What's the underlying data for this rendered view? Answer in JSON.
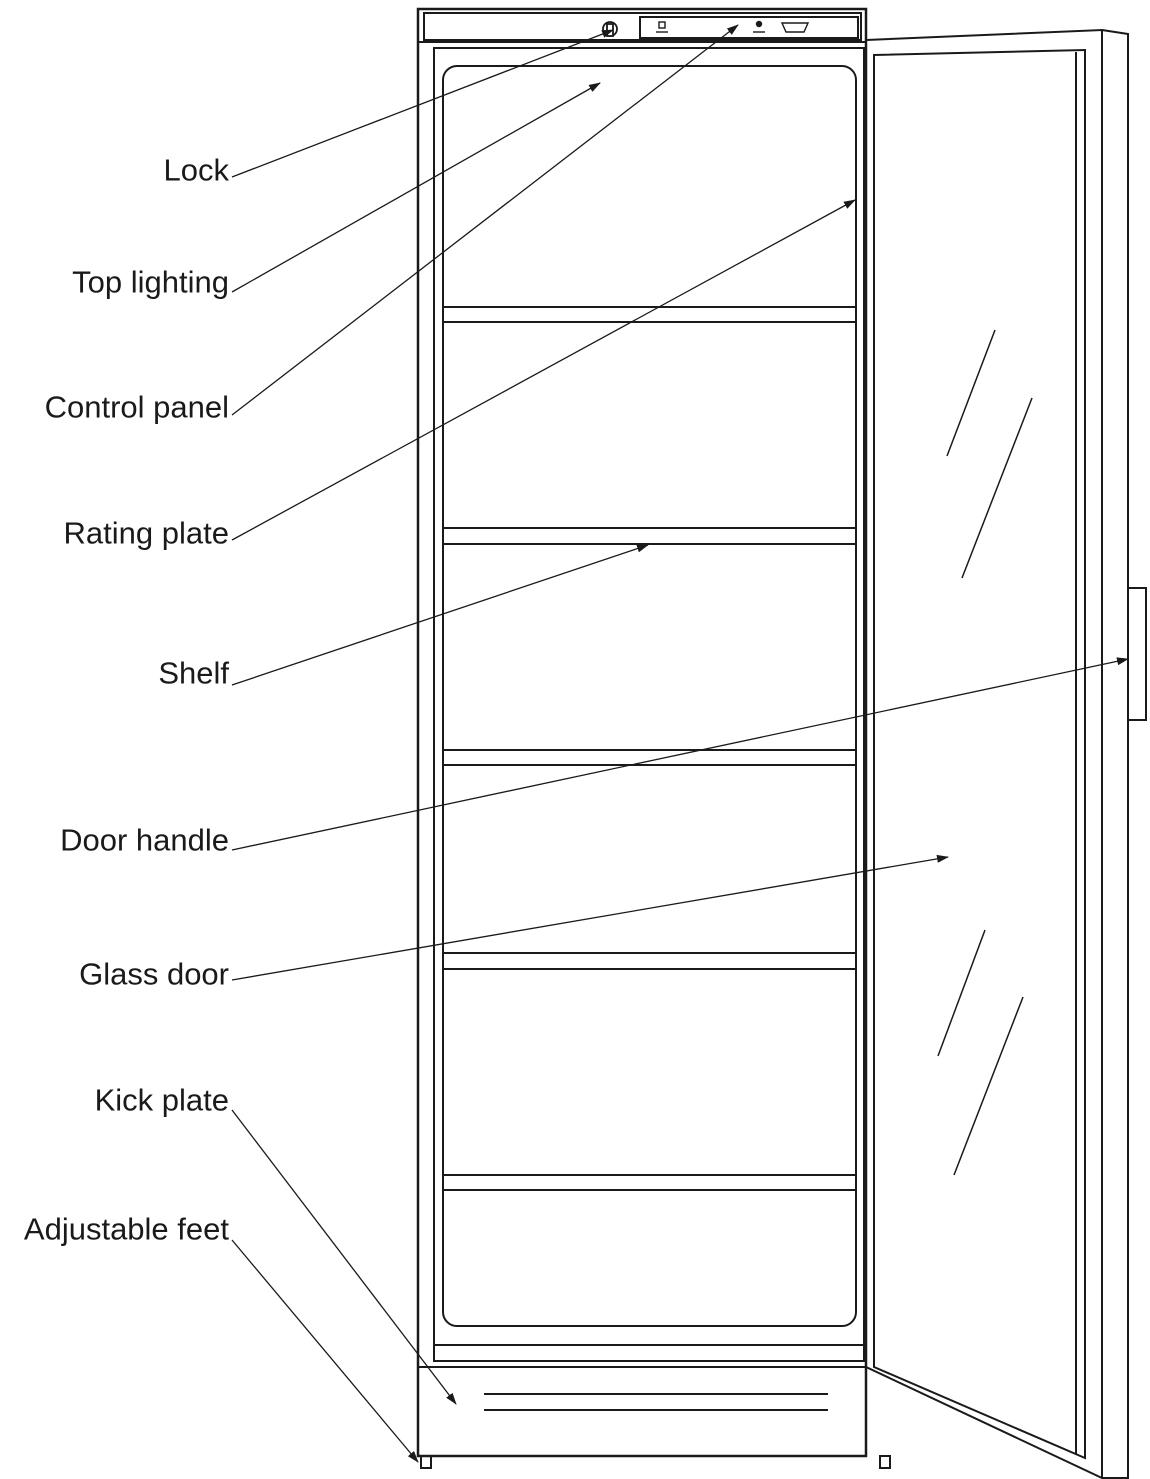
{
  "diagram": {
    "line_color": "#1a1a1a",
    "labels": [
      {
        "id": "lock",
        "text": "Lock"
      },
      {
        "id": "top-lighting",
        "text": "Top lighting"
      },
      {
        "id": "control-panel",
        "text": "Control panel"
      },
      {
        "id": "rating-plate",
        "text": "Rating plate"
      },
      {
        "id": "shelf",
        "text": "Shelf"
      },
      {
        "id": "door-handle",
        "text": "Door handle"
      },
      {
        "id": "glass-door",
        "text": "Glass door"
      },
      {
        "id": "kick-plate",
        "text": "Kick plate"
      },
      {
        "id": "adjustable-feet",
        "text": "Adjustable feet"
      }
    ]
  }
}
